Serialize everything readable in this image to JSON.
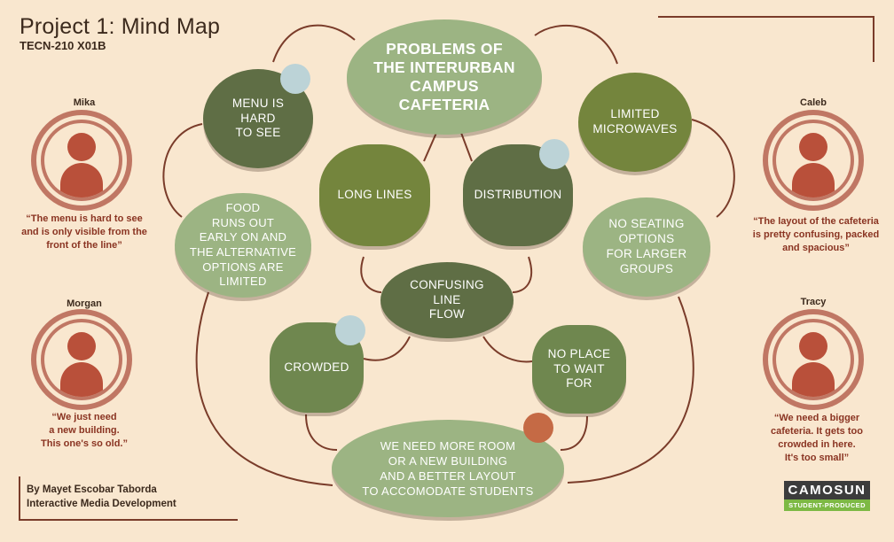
{
  "header": {
    "title": "Project 1: Mind Map",
    "course": "TECN-210 X01B"
  },
  "mind_map": {
    "central": "PROBLEMS OF\nTHE INTERURBAN\nCAMPUS\nCAFETERIA",
    "nodes": {
      "menu": "MENU IS\nHARD\nTO SEE",
      "microwaves": "LIMITED\nMICROWAVES",
      "long_lines": "LONG LINES",
      "distribution": "DISTRIBUTION",
      "food": "FOOD\nRUNS OUT\nEARLY ON AND\nTHE ALTERNATIVE\nOPTIONS ARE\nLIMITED",
      "seating": "NO SEATING\nOPTIONS\nFOR LARGER\nGROUPS",
      "confusing": "CONFUSING\nLINE\nFLOW",
      "crowded": "CROWDED",
      "no_place": "NO PLACE\nTO WAIT\nFOR",
      "solution": "WE NEED MORE ROOM\nOR A NEW BUILDING\nAND A BETTER LAYOUT\nTO ACCOMODATE STUDENTS"
    },
    "colors": {
      "light_green": "#9cb483",
      "mid_green": "#6f874f",
      "dark_green": "#5f6e45",
      "olive_green": "#74853d",
      "blue_dot": "#bcd3d7",
      "orange_dot": "#c56a45",
      "connector": "#7a3c2a"
    }
  },
  "personas": [
    {
      "name": "Mika",
      "quote": "“The menu is hard to see\nand is only visible from the\nfront of the line”"
    },
    {
      "name": "Morgan",
      "quote": "“We just need\na new building.\nThis one's so old.”"
    },
    {
      "name": "Caleb",
      "quote": "“The layout of the cafeteria\nis pretty confusing, packed\nand spacious”"
    },
    {
      "name": "Tracy",
      "quote": "“We need a bigger\ncafeteria. It gets too\ncrowded in here.\nIt's too small”"
    }
  ],
  "footer": {
    "author": "By Mayet Escobar Taborda",
    "program": "Interactive Media Development",
    "logo_top": "CAMOSUN",
    "logo_bottom": "STUDENT-PRODUCED"
  }
}
